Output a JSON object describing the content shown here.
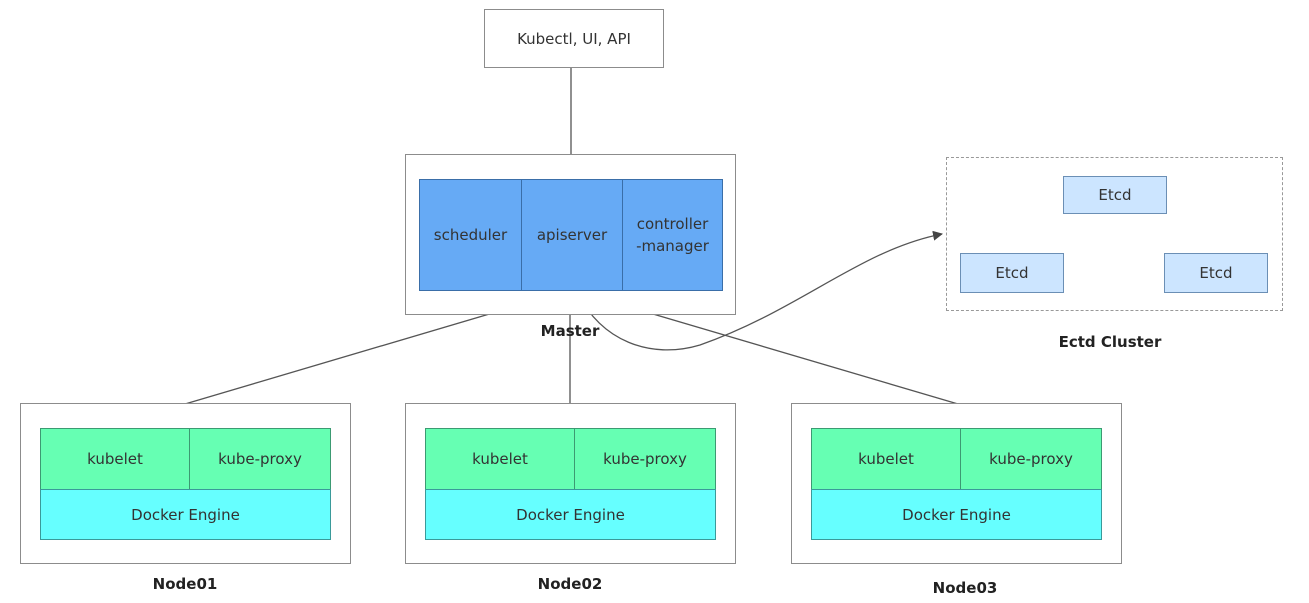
{
  "client": {
    "label": "Kubectl, UI, API"
  },
  "master": {
    "label": "Master",
    "components": [
      "scheduler",
      "apiserver",
      "controller\n-manager"
    ]
  },
  "etcd_cluster": {
    "label": "Ectd Cluster",
    "nodes": [
      "Etcd",
      "Etcd",
      "Etcd"
    ]
  },
  "nodes": [
    {
      "label": "Node01",
      "kubelet": "kubelet",
      "proxy": "kube-proxy",
      "engine": "Docker Engine"
    },
    {
      "label": "Node02",
      "kubelet": "kubelet",
      "proxy": "kube-proxy",
      "engine": "Docker Engine"
    },
    {
      "label": "Node03",
      "kubelet": "kubelet",
      "proxy": "kube-proxy",
      "engine": "Docker Engine"
    }
  ],
  "colors": {
    "master_component": "#66aaf5",
    "node_agent": "#66ffb3",
    "docker_engine": "#66ffff",
    "etcd": "#cce5ff"
  }
}
